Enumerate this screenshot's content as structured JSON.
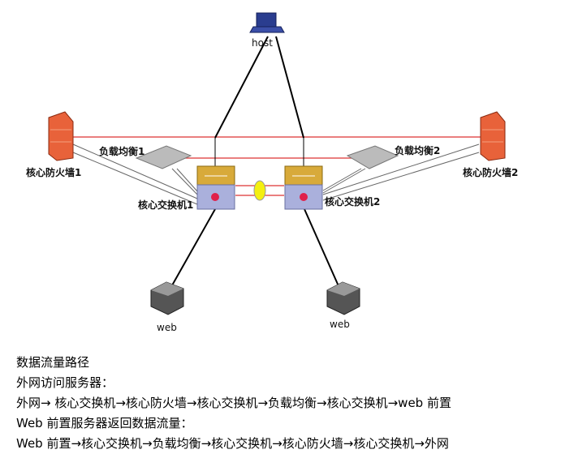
{
  "diagram": {
    "host": "host",
    "firewall1": "核心防火墙1",
    "firewall2": "核心防火墙2",
    "lb1": "负载均衡1",
    "lb2": "负载均衡2",
    "switch1": "核心交换机1",
    "switch2": "核心交换机2",
    "web1": "web",
    "web2": "web"
  },
  "text": {
    "title": "数据流量路径",
    "inbound_heading": "外网访问服务器：",
    "inbound_path": "外网→  核心交换机→核心防火墙→核心交换机→负载均衡→核心交换机→web 前置",
    "outbound_heading": "Web 前置服务器返回数据流量：",
    "outbound_path": "Web 前置→核心交换机→负载均衡→核心交换机→核心防火墙→核心交换机→外网"
  }
}
